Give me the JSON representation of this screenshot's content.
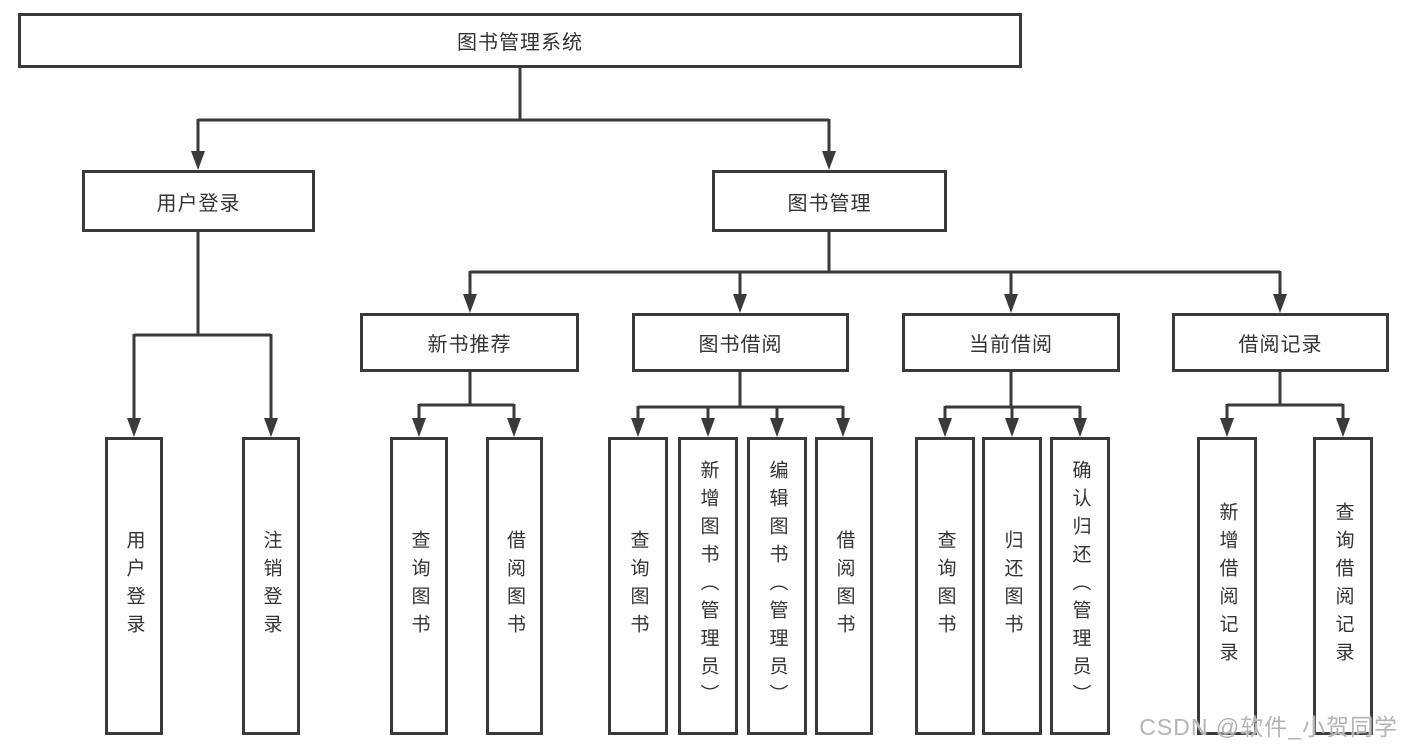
{
  "title_node": "图书管理系统",
  "branches": [
    {
      "label": "用户登录",
      "children": [
        "用户登录",
        "注销登录"
      ]
    },
    {
      "label": "图书管理",
      "groups": [
        {
          "label": "新书推荐",
          "children": [
            "查询图书",
            "借阅图书"
          ]
        },
        {
          "label": "图书借阅",
          "children": [
            "查询图书",
            "新增图书（管理员）",
            "编辑图书（管理员）",
            "借阅图书"
          ]
        },
        {
          "label": "当前借阅",
          "children": [
            "查询图书",
            "归还图书",
            "确认归还（管理员）"
          ]
        },
        {
          "label": "借阅记录",
          "children": [
            "新增借阅记录",
            "查询借阅记录"
          ]
        }
      ]
    }
  ],
  "watermark": "CSDN @软件_小贺同学",
  "colors": {
    "line": "#3a3a3a",
    "text": "#333333",
    "watermark": "#b4b4b4",
    "background": "#ffffff"
  }
}
